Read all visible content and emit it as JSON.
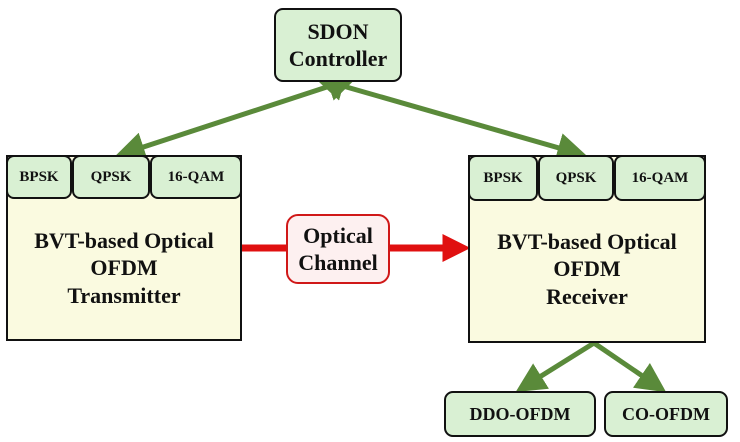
{
  "controller": {
    "line1": "SDON",
    "line2": "Controller"
  },
  "transmitter": {
    "modulations": [
      "BPSK",
      "QPSK",
      "16-QAM"
    ],
    "line1": "BVT-based Optical",
    "line2": "OFDM",
    "line3": "Transmitter"
  },
  "channel": {
    "line1": "Optical",
    "line2": "Channel"
  },
  "receiver": {
    "modulations": [
      "BPSK",
      "QPSK",
      "16-QAM"
    ],
    "line1": "BVT-based Optical",
    "line2": "OFDM",
    "line3": "Receiver"
  },
  "outputs": [
    "DDO-OFDM",
    "CO-OFDM"
  ],
  "colors": {
    "control_arrow": "#5a8a3a",
    "signal_arrow": "#e01010",
    "green_fill": "#d9f0d3",
    "yellow_fill": "#fafae0"
  }
}
